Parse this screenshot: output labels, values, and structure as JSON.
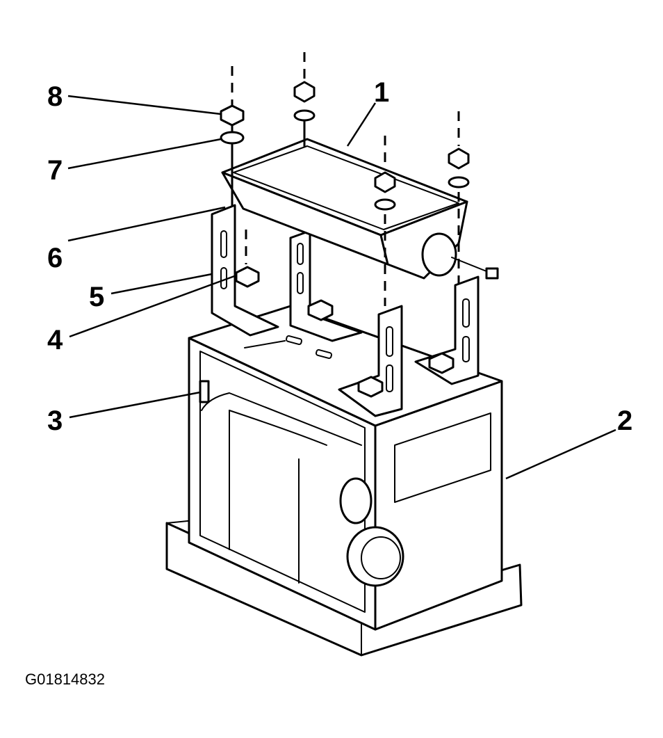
{
  "diagram": {
    "figure_id": "G01814832",
    "callouts": [
      {
        "id": "c1",
        "label": "1"
      },
      {
        "id": "c2",
        "label": "2"
      },
      {
        "id": "c3",
        "label": "3"
      },
      {
        "id": "c4",
        "label": "4"
      },
      {
        "id": "c5",
        "label": "5"
      },
      {
        "id": "c6",
        "label": "6"
      },
      {
        "id": "c7",
        "label": "7"
      },
      {
        "id": "c8",
        "label": "8"
      }
    ]
  }
}
